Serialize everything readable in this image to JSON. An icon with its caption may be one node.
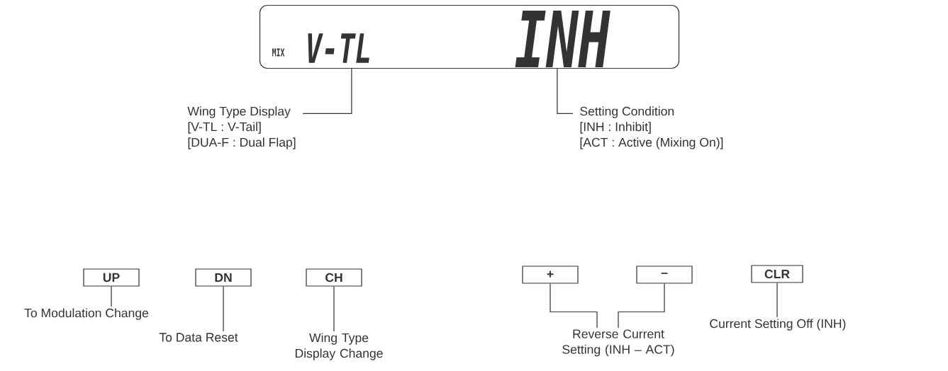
{
  "diagram": {
    "nodes": [
      {
        "text": [
          "MIX",
          "V-TL",
          "INH"
        ]
      },
      {
        "text": [
          "Wing Type Display",
          "[V-TL : V-Tail]",
          "[DUA-F : Dual Flap]"
        ]
      },
      {
        "text": [
          "Setting Condition",
          "[INH  : Inhibit]",
          "[ACT : Active (Mixing On)]"
        ]
      },
      {
        "text": [
          "UP"
        ]
      },
      {
        "text": [
          "DN"
        ]
      },
      {
        "text": [
          "CH"
        ]
      },
      {
        "text": [
          "+"
        ]
      },
      {
        "text": [
          "–"
        ]
      },
      {
        "text": [
          "CLR"
        ]
      },
      {
        "text": [
          "To Modulation Change"
        ]
      },
      {
        "text": [
          "To Data Reset"
        ]
      },
      {
        "text": [
          "Wing Type Display Change"
        ]
      },
      {
        "text": [
          "Reverse Current Setting (INH – ACT)"
        ]
      },
      {
        "text": [
          "Current Setting Off (INH)"
        ]
      }
    ],
    "edges": [
      {
        "from": 1,
        "to": 0,
        "arrow": "none"
      },
      {
        "from": 2,
        "to": 0,
        "arrow": "none"
      },
      {
        "from": 3,
        "to": 9,
        "arrow": "none"
      },
      {
        "from": 4,
        "to": 10,
        "arrow": "none"
      },
      {
        "from": 5,
        "to": 11,
        "arrow": "none"
      },
      {
        "from": 6,
        "to": 12,
        "arrow": "none"
      },
      {
        "from": 7,
        "to": 12,
        "arrow": "none"
      },
      {
        "from": 8,
        "to": 13,
        "arrow": "none"
      }
    ]
  }
}
